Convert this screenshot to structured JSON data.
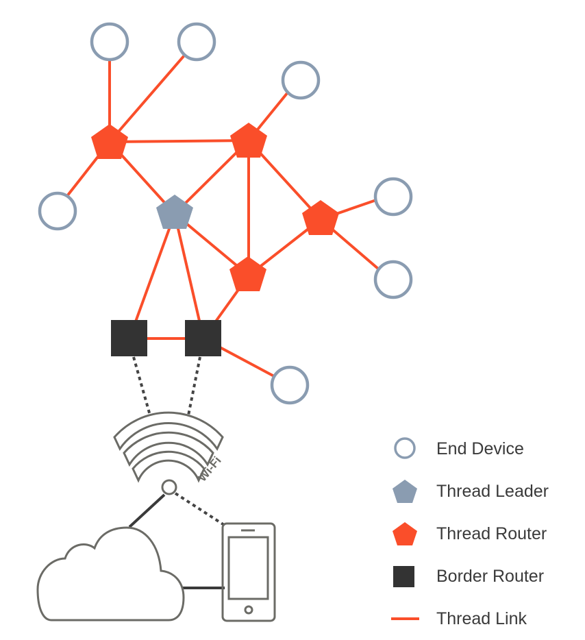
{
  "colors": {
    "end_device_stroke": "#8a9cb1",
    "leader_fill": "#8a9cb1",
    "router_fill": "#fa4e2a",
    "link": "#fa4e2a",
    "border_router_fill": "#333333",
    "infrastructure": "#6b6b66",
    "dotted_link": "#444444",
    "text": "#3a3a3a"
  },
  "legend": {
    "end_device": "End Device",
    "thread_leader": "Thread Leader",
    "thread_router": "Thread Router",
    "border_router": "Border Router",
    "thread_link": "Thread Link"
  },
  "wifi_label": "Wi-Fi",
  "icons": [
    "wifi-icon",
    "cloud-icon",
    "smartphone-icon"
  ]
}
